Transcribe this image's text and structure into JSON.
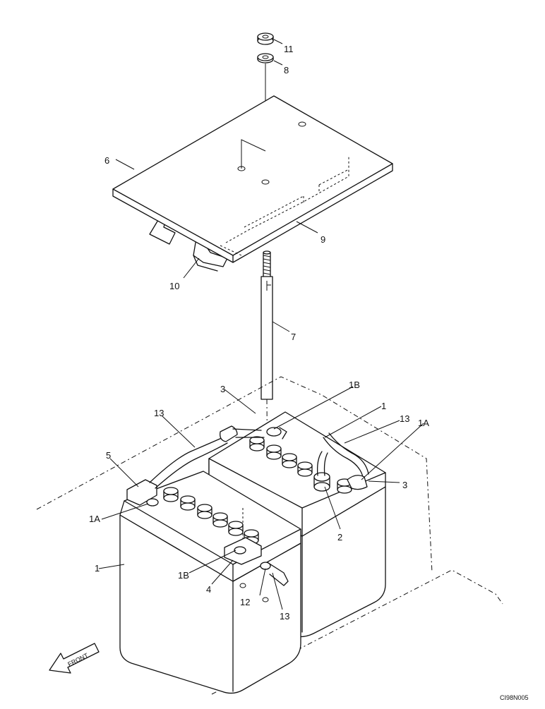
{
  "diagram": {
    "callouts": {
      "c11": "11",
      "c8": "8",
      "c6": "6",
      "c9": "9",
      "c10": "10",
      "c7": "7",
      "c3_top": "3",
      "c1B_top": "1B",
      "c1_top": "1",
      "c13_left": "13",
      "c13_right": "13",
      "c1A_right": "1A",
      "c5": "5",
      "c3_right": "3",
      "c1A_left": "1A",
      "c2": "2",
      "c1_left": "1",
      "c1B_bottom": "1B",
      "c4": "4",
      "c12": "12",
      "c13_bottom": "13"
    },
    "front_label": "FRONT",
    "drawing_code": "CI98N005"
  }
}
